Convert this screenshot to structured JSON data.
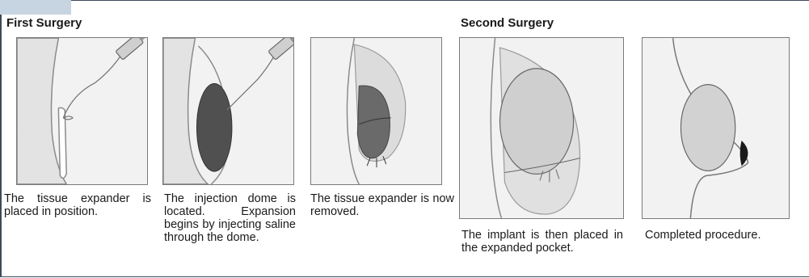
{
  "sections": {
    "first_title": "First Surgery",
    "second_title": "Second Surgery"
  },
  "steps": [
    {
      "caption": "The tissue expander is placed in position."
    },
    {
      "caption": "The injection dome is located. Expansion begins by injecting saline through the dome."
    },
    {
      "caption": "The tissue expander is now removed."
    },
    {
      "caption": "The implant is then placed in the expanded pocket."
    },
    {
      "caption": "Completed procedure."
    }
  ],
  "colors": {
    "frame": "#3e4a5a",
    "accent": "#c7d4e2",
    "panel_bg": "#f2f2f2",
    "chest": "#e6e6e6",
    "expander_dark": "#505050",
    "implant": "#d2d2d2",
    "nipple": "#1a1a1a"
  }
}
